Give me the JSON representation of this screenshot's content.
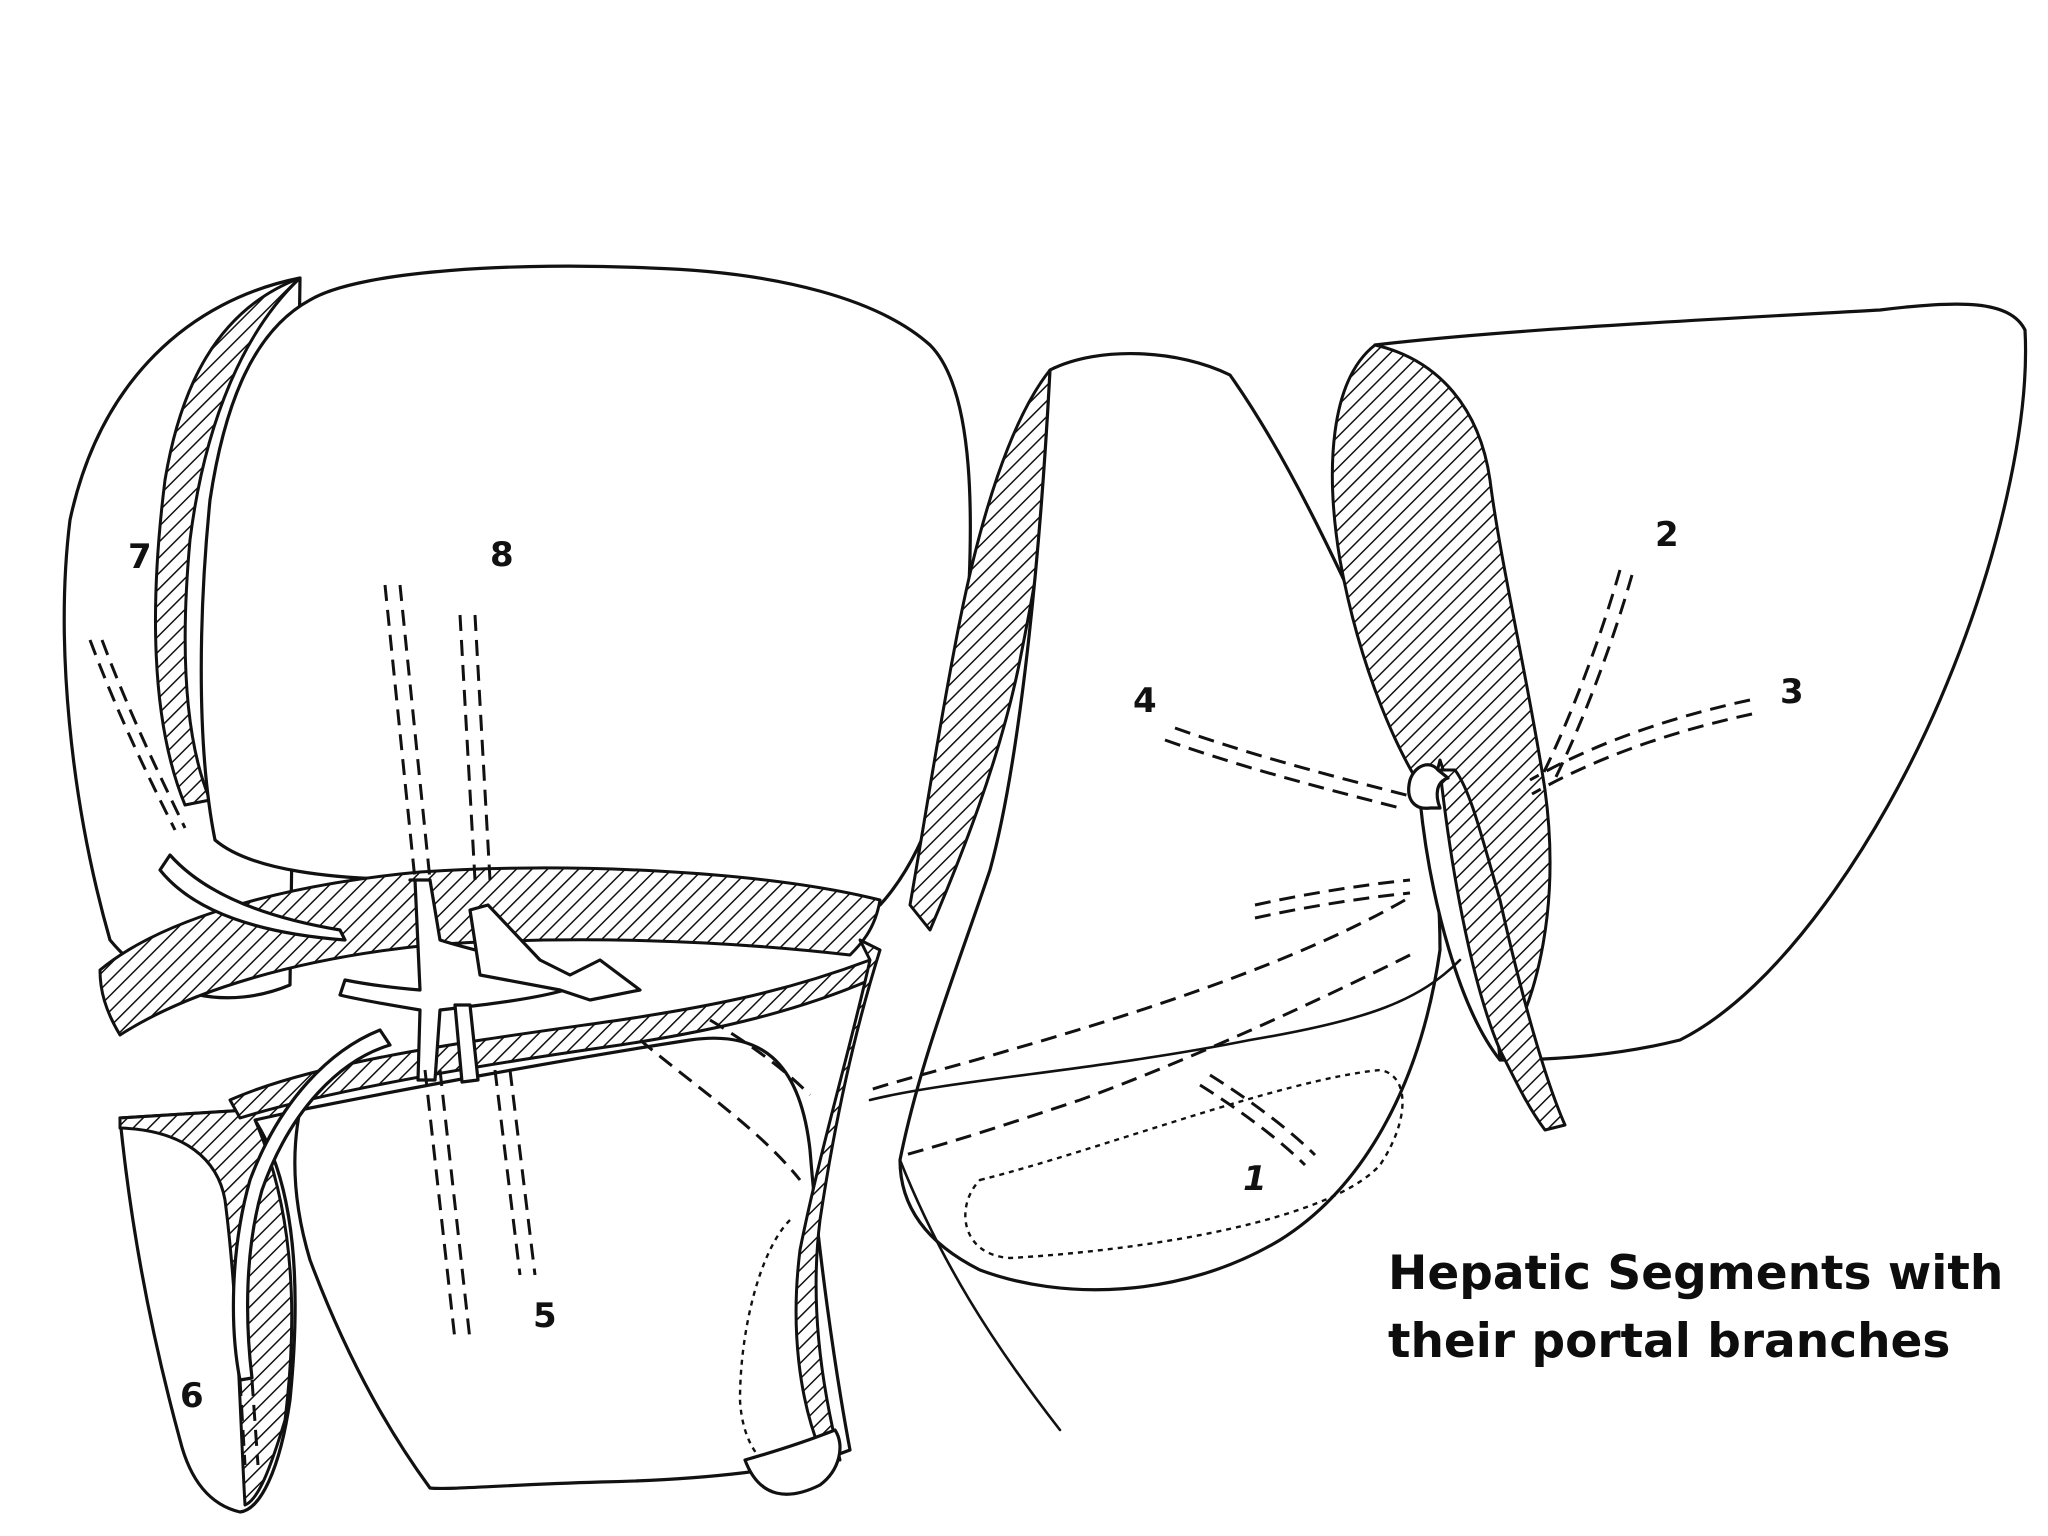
{
  "segments": {
    "s1": "1",
    "s2": "2",
    "s3": "3",
    "s4": "4",
    "s5": "5",
    "s6": "6",
    "s7": "7",
    "s8": "8"
  },
  "caption": {
    "line1": "Hepatic Segments with",
    "line2": "their portal branches"
  },
  "colors": {
    "ink": "#111111",
    "background": "#ffffff"
  }
}
